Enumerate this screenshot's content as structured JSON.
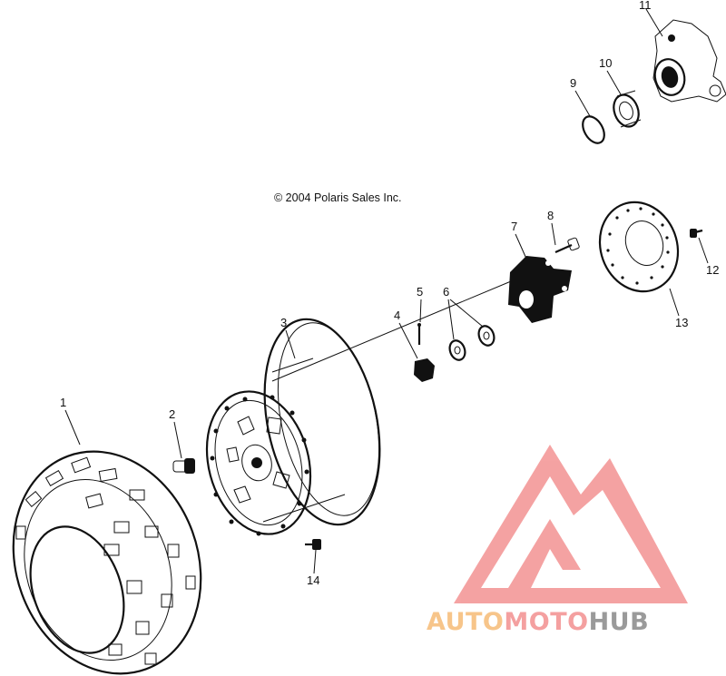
{
  "diagram": {
    "copyright": "© 2004 Polaris Sales Inc.",
    "callouts": [
      "1",
      "2",
      "3",
      "4",
      "5",
      "6",
      "7",
      "8",
      "9",
      "10",
      "11",
      "12",
      "13",
      "14"
    ]
  },
  "watermark": {
    "part1": "AUTO",
    "part2": "MOTO",
    "part3": "HUB",
    "color1": "#f7c58a",
    "color2": "#f4a0a0",
    "color3": "#9a9a9a"
  }
}
